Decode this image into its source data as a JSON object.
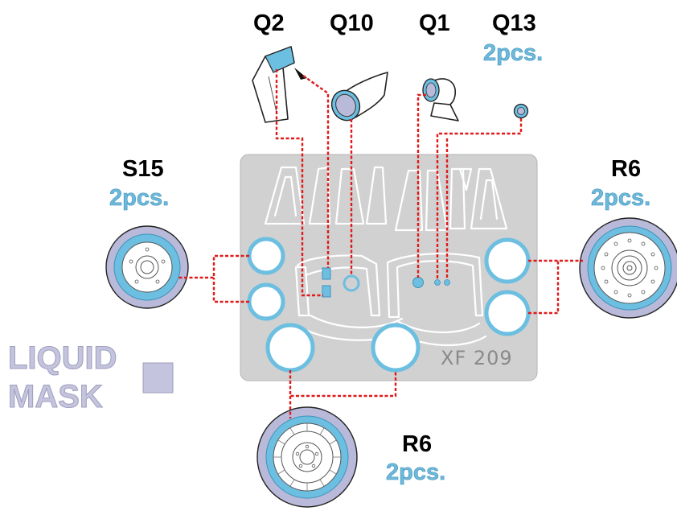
{
  "labels": {
    "q2": "Q2",
    "q10": "Q10",
    "q1": "Q1",
    "q13": "Q13",
    "q13_qty": "2pcs.",
    "s15": "S15",
    "s15_qty": "2pcs.",
    "r6_right": "R6",
    "r6_right_qty": "2pcs.",
    "r6_bottom": "R6",
    "r6_bottom_qty": "2pcs."
  },
  "legend": {
    "line1": "LIQUID",
    "line2": "MASK"
  },
  "fret": {
    "code": "XF 209"
  },
  "colors": {
    "mask_blue": "#6cbfe0",
    "tire_lavender": "#b9b9d9",
    "leader_red": "#e01a1a",
    "fret_grey": "#d1d1d1",
    "liquid_mask": "#c4c4de"
  }
}
